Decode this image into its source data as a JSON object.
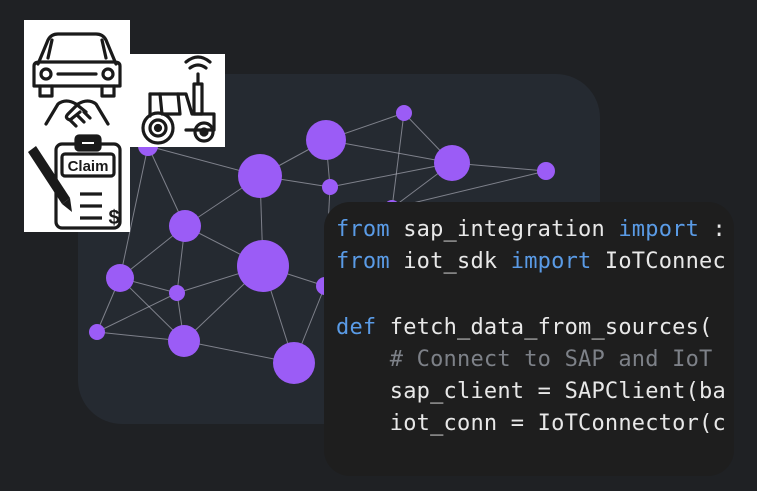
{
  "colors": {
    "background": "#1f2124",
    "panel": "#252a31",
    "node": "#9b5cf6",
    "edge": "#c9c9d6",
    "code_bg": "#1e1e1e",
    "keyword": "#5a9be6",
    "comment": "#7d8188",
    "text": "#e8e8e8"
  },
  "icons": {
    "car_handshake": "car-handshake-icon",
    "tractor": "smart-tractor-icon",
    "claim": "claim-clipboard-icon",
    "claim_label": "Claim",
    "claim_symbol": "$"
  },
  "code": {
    "line1": {
      "kw1": "from",
      "mod": " sap_integration ",
      "kw2": "import",
      "rest": " :"
    },
    "line2": {
      "kw1": "from",
      "mod": " iot_sdk ",
      "kw2": "import",
      "rest": " IoTConnec"
    },
    "line4": {
      "kw": "def",
      "rest": " fetch_data_from_sources("
    },
    "line5": {
      "comment": "    # Connect to SAP and IoT"
    },
    "line6": {
      "text": "    sap_client = SAPClient(ba"
    },
    "line7": {
      "text": "    iot_conn = IoTConnector(c"
    }
  }
}
